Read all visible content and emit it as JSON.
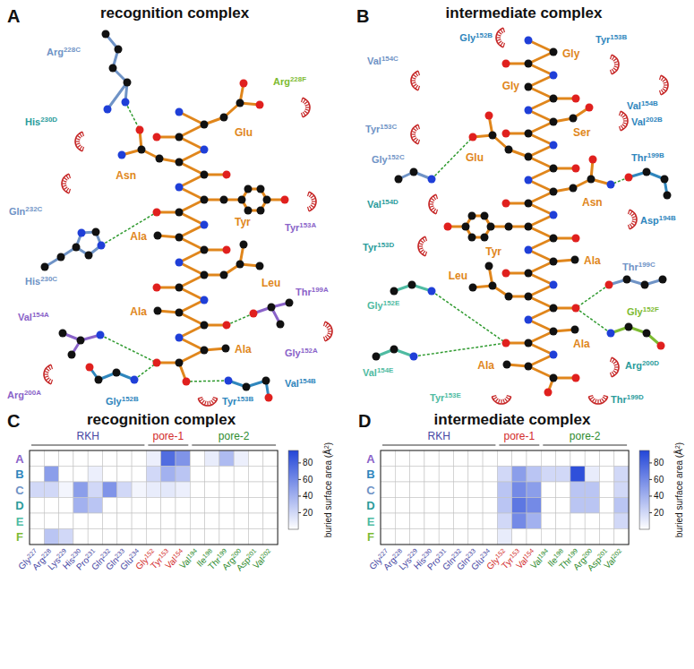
{
  "diagram": {
    "labels": [
      "A",
      "recognition complex",
      "Arg228C",
      "His230D",
      "Gln232C",
      "Glu",
      "Asn",
      "Tyr",
      "His230C",
      "Ala",
      "Tyr153A",
      "Arg228F",
      "Leu",
      "Thr199A",
      "Val154A",
      "Gly152A",
      "Arg200A",
      "Ala",
      "Ala",
      "Val154B",
      "Gly152B",
      "Tyr153B",
      "B",
      "intermediate complex",
      "Gly152B",
      "Gly",
      "Tyr153B",
      "Val154C",
      "Val154B",
      "Gly",
      "Ser",
      "Tyr153C",
      "Val202B",
      "Gly152C",
      "Glu",
      "Val154D",
      "Thr199B",
      "Asn",
      "Asp194B",
      "Tyr153D",
      "Tyr",
      "Ala",
      "Gly152E",
      "Thr199C",
      "Leu",
      "Gly152F",
      "Val154E",
      "Ala",
      "Arg200D",
      "Ala",
      "Tyr153E",
      "Thr199D",
      "C",
      "recognition complex",
      "RKH",
      "pore-1",
      "pore-2",
      "A",
      "B",
      "C",
      "D",
      "E",
      "F",
      "Gly227",
      "Arg228",
      "Lys229",
      "His230",
      "Pro231",
      "Gln232",
      "Gln233",
      "Glu234",
      "Gly152",
      "Tyr153",
      "Val154",
      "Val194",
      "Ile198",
      "Thr199",
      "Arg200",
      "Asp201",
      "Val202",
      "buried surface area (Å2)",
      "20",
      "40",
      "60",
      "80",
      "D",
      "intermediate complex",
      "RKH",
      "pore-1",
      "pore-2",
      "A",
      "B",
      "C",
      "D",
      "E",
      "F",
      "Gly227",
      "Arg228",
      "Lys229",
      "His230",
      "Pro231",
      "Gln232",
      "Gln233",
      "Glu234",
      "Gly152",
      "Tyr153",
      "Val154",
      "Val194",
      "Ile198",
      "Thr199",
      "Arg200",
      "Asp201",
      "Val202",
      "buried surface area (Å2)",
      "20",
      "40",
      "60",
      "80"
    ]
  }
}
